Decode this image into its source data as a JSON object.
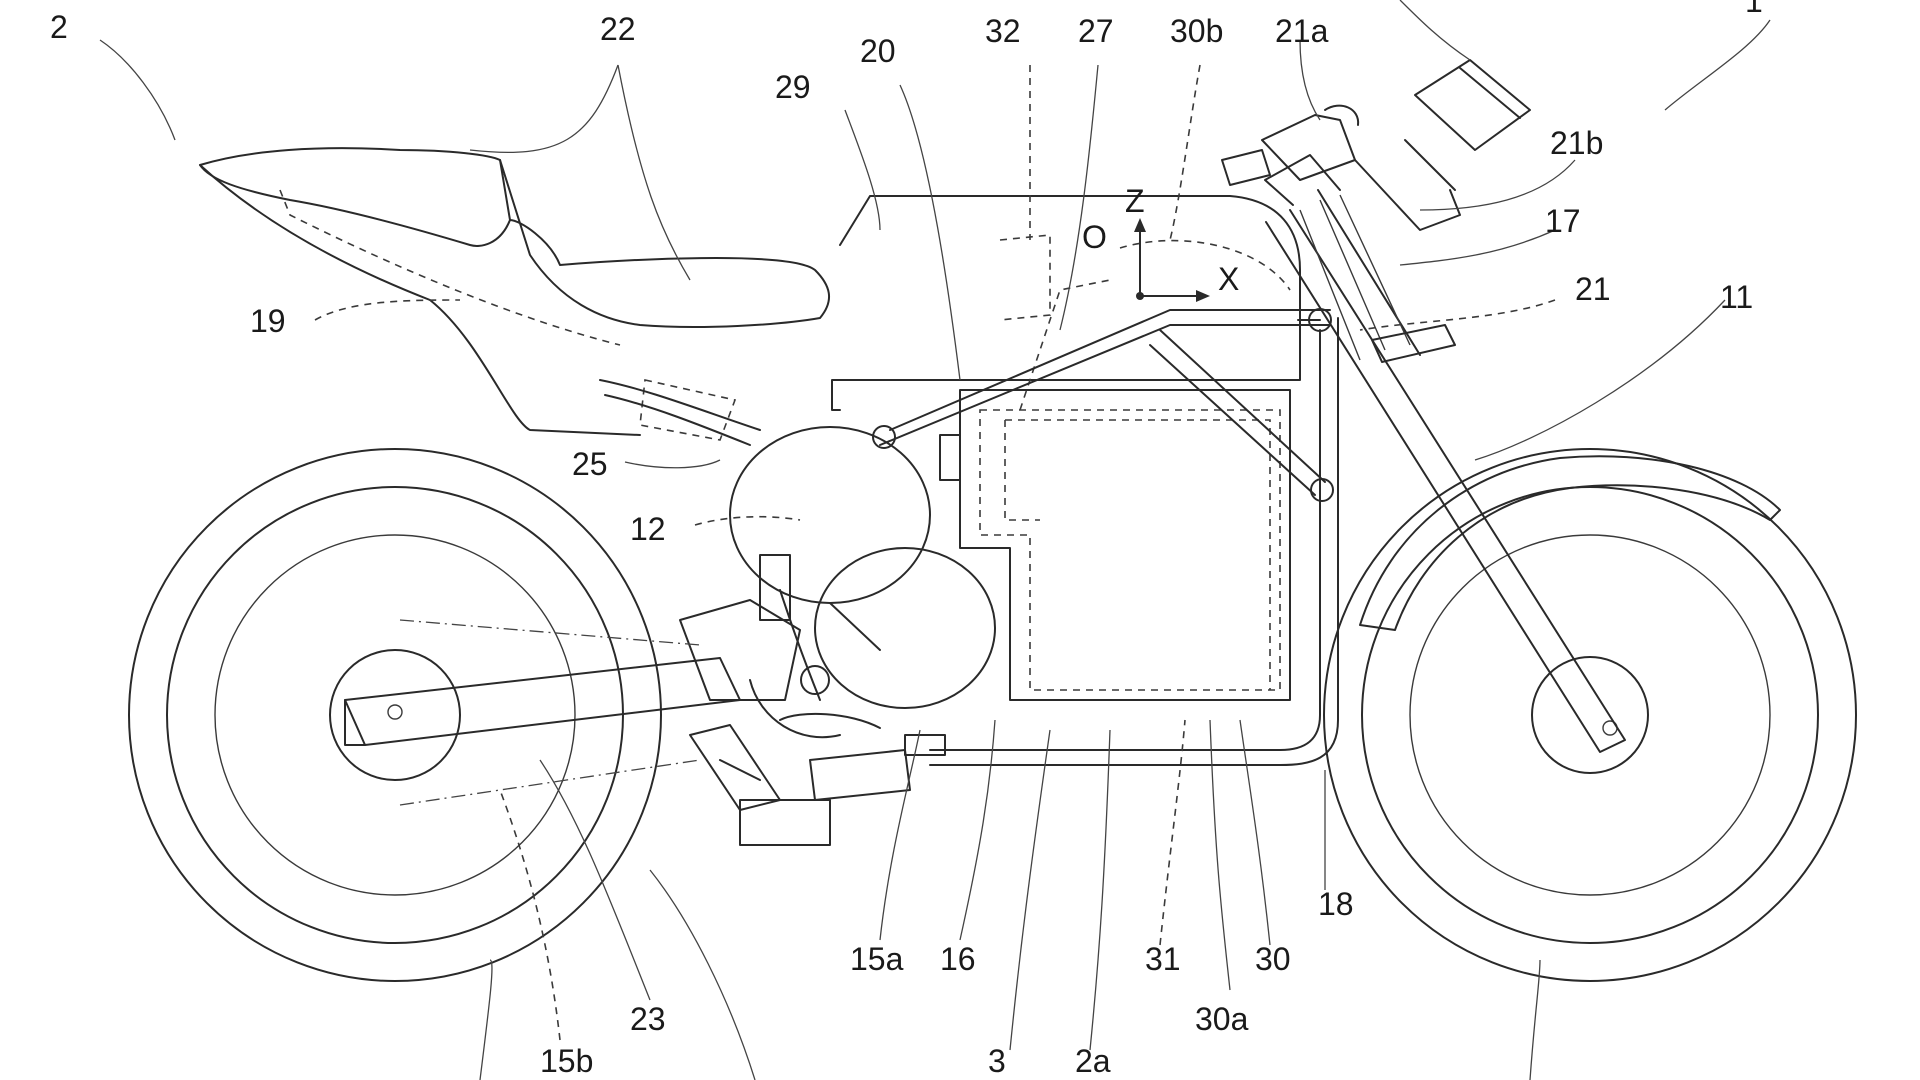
{
  "labels": {
    "l2": "2",
    "l22": "22",
    "l29": "29",
    "l20": "20",
    "l32": "32",
    "l27": "27",
    "l30b": "30b",
    "l21a": "21a",
    "l1": "1",
    "l21b": "21b",
    "l17": "17",
    "l21": "21",
    "l11": "11",
    "l19": "19",
    "l25": "25",
    "l12": "12",
    "l18": "18",
    "l15a": "15a",
    "l16": "16",
    "l31": "31",
    "l30": "30",
    "l30a": "30a",
    "l23": "23",
    "l15b": "15b",
    "l3": "3",
    "l2a": "2a"
  },
  "axes": {
    "z": "Z",
    "o": "O",
    "x": "X"
  }
}
